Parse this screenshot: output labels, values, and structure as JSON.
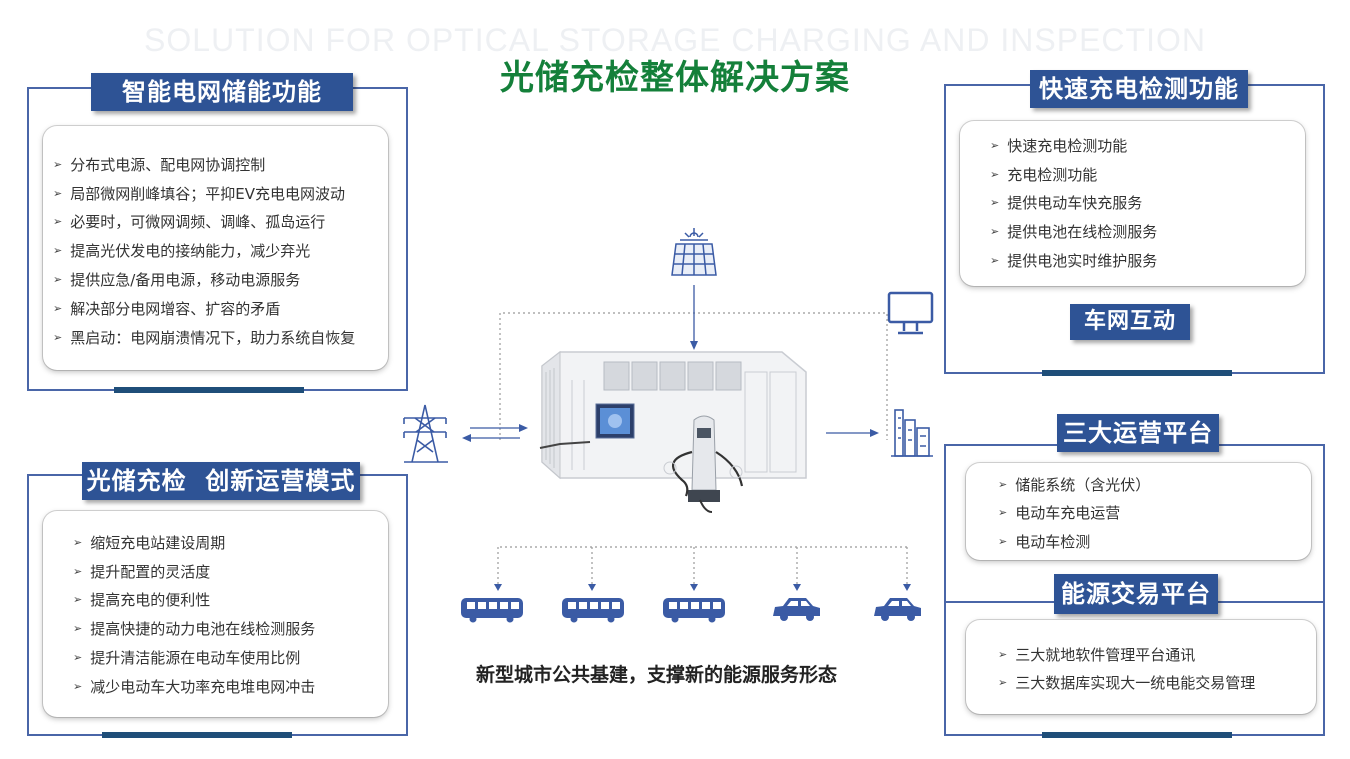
{
  "subtitle_en": "SOLUTION FOR OPTICAL STORAGE CHARGING AND INSPECTION",
  "title": "光储充检整体解决方案",
  "caption": "新型城市公共基建，支撑新的能源服务形态",
  "panels": {
    "smart_grid": {
      "title": "智能电网储能功能",
      "items": [
        "分布式电源、配电网协调控制",
        "局部微网削峰填谷；平抑EV充电电网波动",
        "必要时，可微网调频、调峰、孤岛运行",
        "提高光伏发电的接纳能力，减少弃光",
        "提供应急/备用电源，移动电源服务",
        "解决部分电网增容、扩容的矛盾",
        "黑启动：电网崩溃情况下，助力系统自恢复"
      ]
    },
    "innovation": {
      "title": "光储充检  创新运营模式",
      "items": [
        "缩短充电站建设周期",
        "提升配置的灵活度",
        "提高充电的便利性",
        "提高快捷的动力电池在线检测服务",
        "提升清洁能源在电动车使用比例",
        "减少电动车大功率充电堆电网冲击"
      ]
    },
    "fast_charge": {
      "title": "快速充电检测功能",
      "items": [
        "快速充电检测功能",
        "充电检测功能",
        "提供电动车快充服务",
        "提供电池在线检测服务",
        "提供电池实时维护服务"
      ],
      "sub_label": "车网互动"
    },
    "platforms": {
      "title": "三大运营平台",
      "items": [
        "储能系统（含光伏）",
        "电动车充电运营",
        "电动车检测"
      ]
    },
    "energy_trade": {
      "title": "能源交易平台",
      "items": [
        "三大就地软件管理平台通讯",
        "三大数据库实现大一统电能交易管理"
      ]
    }
  },
  "diagram_icons": [
    "solar-panel-icon",
    "monitor-icon",
    "power-tower-icon",
    "factory-icon",
    "container-storage-icon",
    "charging-pile-icon",
    "bus-icon",
    "car-icon"
  ],
  "colors": {
    "title_green": "#14803a",
    "tag_blue": "#2e5395",
    "frame_blue": "#4a66a8",
    "underbar_navy": "#1f4e79",
    "icon_blue": "#3b5ba5"
  }
}
